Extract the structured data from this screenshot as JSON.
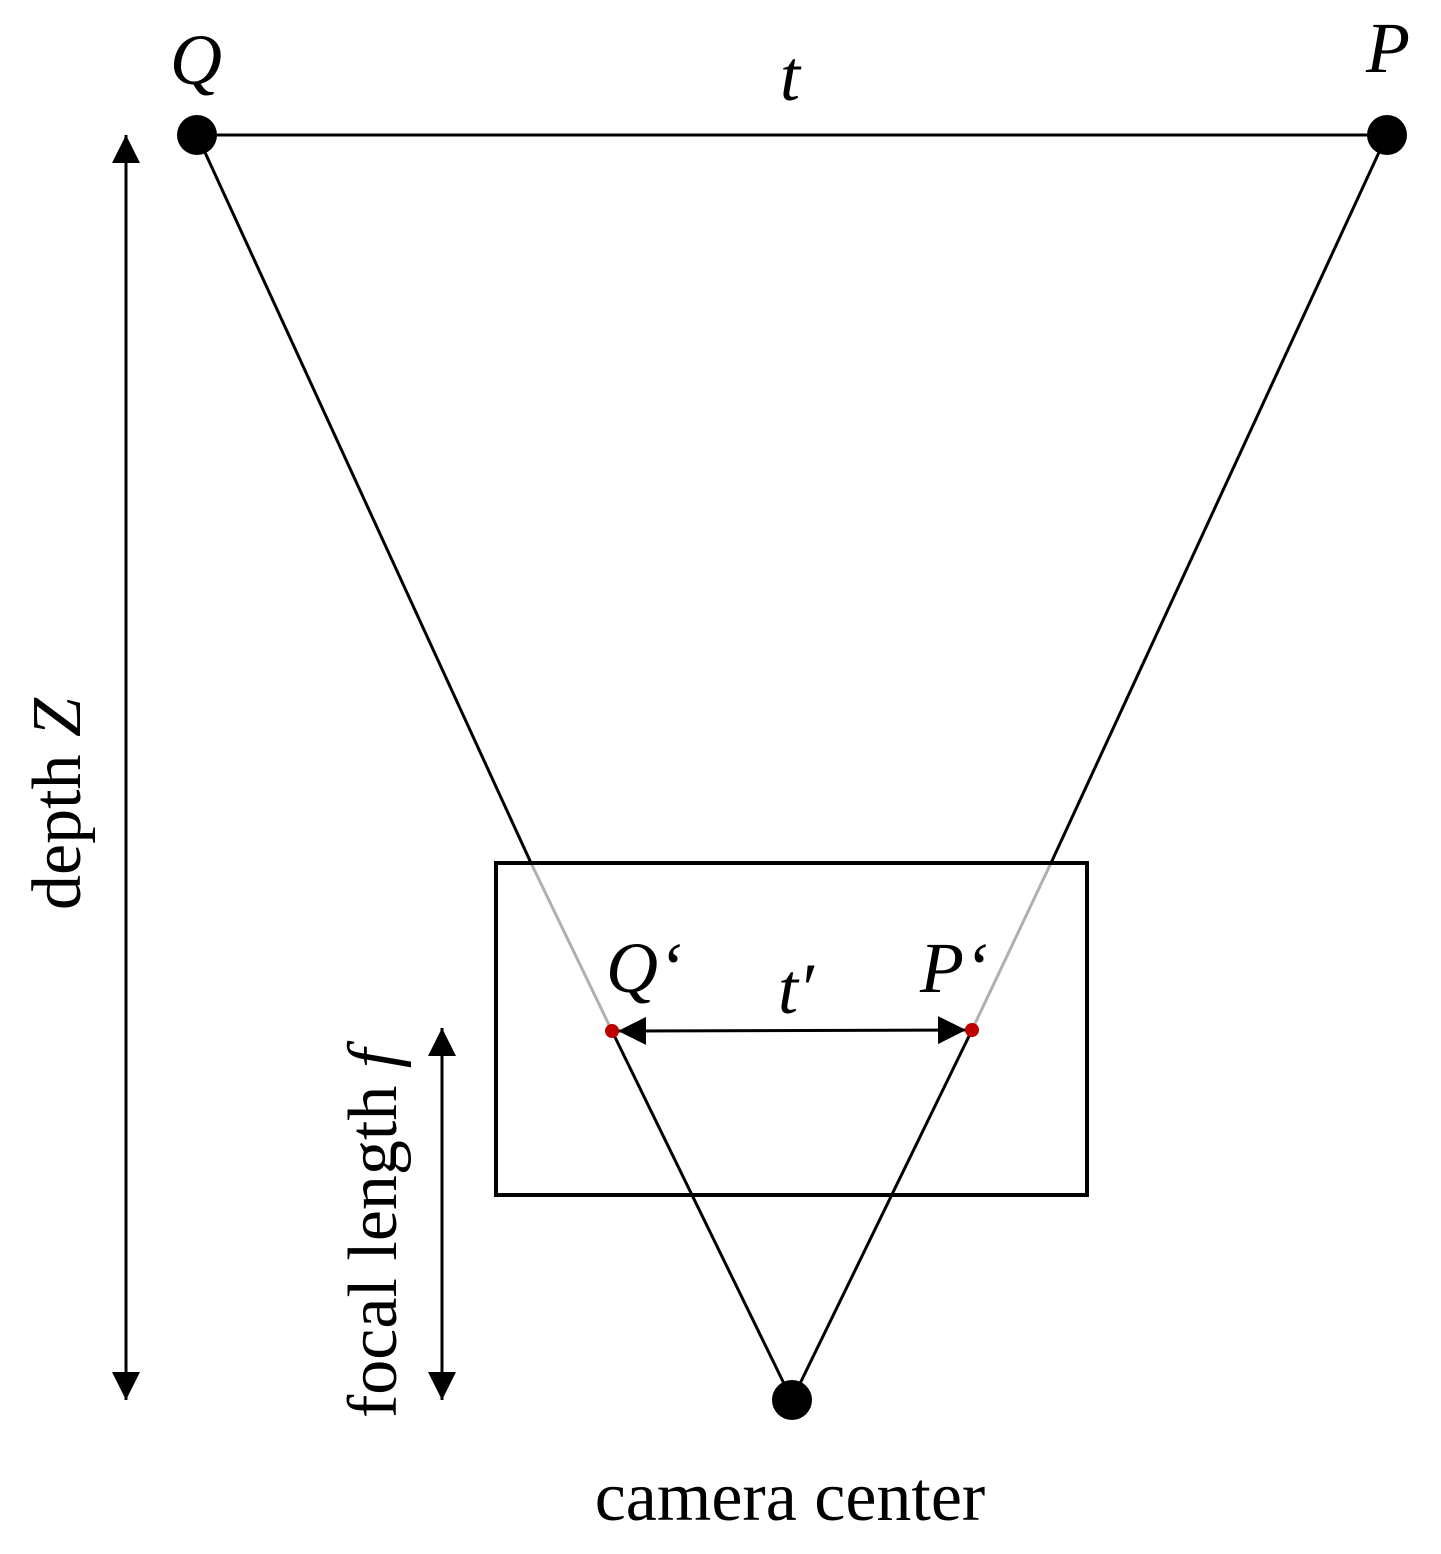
{
  "colors": {
    "line": "#000000",
    "image_plane_ray": "#b0b0b0",
    "image_point": "#c00000",
    "background": "#ffffff"
  },
  "labels": {
    "point_q": "Q",
    "point_p": "P",
    "segment_t": "t",
    "image_q": "Q‘",
    "image_p": "P‘",
    "segment_t_prime": "t′",
    "depth_text": "depth",
    "depth_symbol": "Z",
    "focal_text": "focal length",
    "focal_symbol": "f",
    "camera_center": "camera center"
  }
}
